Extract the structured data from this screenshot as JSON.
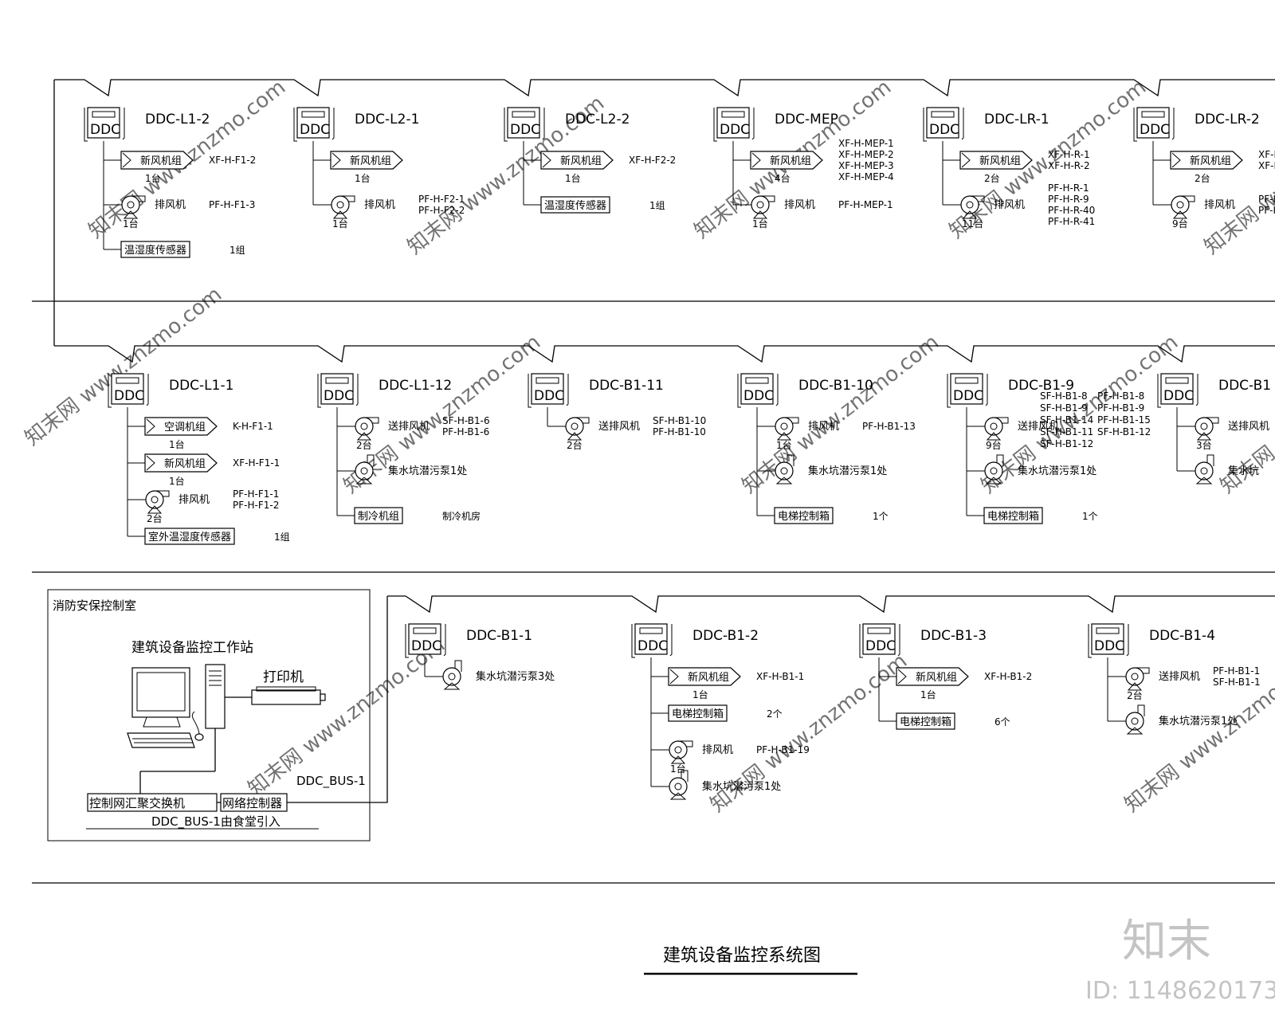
{
  "title": "建筑设备监控系统图",
  "watermark": {
    "site": "www.znzmo.com",
    "brand": "知末网",
    "logo": "知末",
    "id": "ID: 1148620173"
  },
  "control_room": {
    "name": "消防安保控制室",
    "workstation": "建筑设备监控工作站",
    "printer": "打印机",
    "switch": "控制网汇聚交换机",
    "network_controller": "网络控制器",
    "bus": "DDC_BUS-1",
    "bus_note": "DDC_BUS-1由食堂引入"
  },
  "ddc_label": "DDC",
  "row1": [
    {
      "id": "DDC-L1-2",
      "items": [
        {
          "kind": "air",
          "label": "新风机组",
          "count": "1台",
          "tags": [
            "XF-H-F1-2"
          ]
        },
        {
          "kind": "fan",
          "label": "排风机",
          "count": "1台",
          "tags": [
            "PF-H-F1-3"
          ]
        },
        {
          "kind": "box",
          "label": "温湿度传感器",
          "count": "1组",
          "tags": []
        }
      ]
    },
    {
      "id": "DDC-L2-1",
      "items": [
        {
          "kind": "air",
          "label": "新风机组",
          "count": "1台",
          "tags": []
        },
        {
          "kind": "fan",
          "label": "排风机",
          "count": "1台",
          "tags": [
            "PF-H-F2-1",
            "PF-H-F2-2"
          ]
        }
      ]
    },
    {
      "id": "DDC-L2-2",
      "items": [
        {
          "kind": "air",
          "label": "新风机组",
          "count": "1台",
          "tags": [
            "XF-H-F2-2"
          ]
        },
        {
          "kind": "box",
          "label": "温湿度传感器",
          "count": "1组",
          "tags": []
        }
      ]
    },
    {
      "id": "DDC-MEP",
      "items": [
        {
          "kind": "air",
          "label": "新风机组",
          "count": "4台",
          "tags": [
            "XF-H-MEP-1",
            "XF-H-MEP-2",
            "XF-H-MEP-3",
            "XF-H-MEP-4"
          ]
        },
        {
          "kind": "fan",
          "label": "排风机",
          "count": "1台",
          "tags": [
            "PF-H-MEP-1"
          ]
        }
      ]
    },
    {
      "id": "DDC-LR-1",
      "items": [
        {
          "kind": "air",
          "label": "新风机组",
          "count": "2台",
          "tags": [
            "XF-H-R-1",
            "XF-H-R-2"
          ]
        },
        {
          "kind": "fan",
          "label": "排风机",
          "count": "11台",
          "tags": [
            "PF-H-R-1",
            "PF-H-R-9",
            "PF-H-R-40",
            "PF-H-R-41"
          ]
        }
      ]
    },
    {
      "id": "DDC-LR-2",
      "items": [
        {
          "kind": "air",
          "label": "新风机组",
          "count": "2台",
          "tags": [
            "XF-H",
            "XF-H"
          ]
        },
        {
          "kind": "fan",
          "label": "排风机",
          "count": "9台",
          "tags": [
            "PF-H-F",
            "PF-H-F"
          ]
        }
      ]
    }
  ],
  "row2": [
    {
      "id": "DDC-L1-1",
      "items": [
        {
          "kind": "air",
          "label": "空调机组",
          "count": "1台",
          "tags": [
            "K-H-F1-1"
          ]
        },
        {
          "kind": "air",
          "label": "新风机组",
          "count": "1台",
          "tags": [
            "XF-H-F1-1"
          ]
        },
        {
          "kind": "fan",
          "label": "排风机",
          "count": "2台",
          "tags": [
            "PF-H-F1-1",
            "PF-H-F1-2"
          ]
        },
        {
          "kind": "box",
          "label": "室外温湿度传感器",
          "count": "1组",
          "tags": []
        }
      ]
    },
    {
      "id": "DDC-L1-12",
      "items": [
        {
          "kind": "fan",
          "label": "送排风机",
          "count": "2台",
          "tags": [
            "SF-H-B1-6",
            "PF-H-B1-6"
          ]
        },
        {
          "kind": "pump",
          "label": "集水坑潜污泵1处",
          "count": "",
          "tags": []
        },
        {
          "kind": "box",
          "label": "制冷机组",
          "count": "制冷机房",
          "tags": []
        }
      ]
    },
    {
      "id": "DDC-B1-11",
      "items": [
        {
          "kind": "fan",
          "label": "送排风机",
          "count": "2台",
          "tags": [
            "SF-H-B1-10",
            "PF-H-B1-10"
          ]
        }
      ]
    },
    {
      "id": "DDC-B1-10",
      "items": [
        {
          "kind": "fan",
          "label": "排风机",
          "count": "1台",
          "tags": [
            "PF-H-B1-13"
          ]
        },
        {
          "kind": "pump",
          "label": "集水坑潜污泵1处",
          "count": "",
          "tags": []
        },
        {
          "kind": "box",
          "label": "电梯控制箱",
          "count": "1个",
          "tags": []
        }
      ]
    },
    {
      "id": "DDC-B1-9",
      "items": [
        {
          "kind": "fan",
          "label": "送排风机",
          "count": "9台",
          "tags": [
            "SF-H-B1-8",
            "SF-H-B1-9",
            "SF-H-B1-14",
            "SF-H-B1-11",
            "SF-H-B1-12",
            "PF-H-B1-8",
            "PF-H-B1-9",
            "PF-H-B1-15",
            "SF-H-B1-12"
          ]
        },
        {
          "kind": "pump",
          "label": "集水坑潜污泵1处",
          "count": "",
          "tags": []
        },
        {
          "kind": "box",
          "label": "电梯控制箱",
          "count": "1个",
          "tags": []
        }
      ]
    },
    {
      "id": "DDC-B1",
      "items": [
        {
          "kind": "fan",
          "label": "送排风机",
          "count": "3台",
          "tags": []
        },
        {
          "kind": "pump",
          "label": "集水坑",
          "count": "",
          "tags": []
        }
      ]
    }
  ],
  "row3": [
    {
      "id": "DDC-B1-1",
      "items": [
        {
          "kind": "pump",
          "label": "集水坑潜污泵3处",
          "count": "",
          "tags": []
        }
      ]
    },
    {
      "id": "DDC-B1-2",
      "items": [
        {
          "kind": "air",
          "label": "新风机组",
          "count": "1台",
          "tags": [
            "XF-H-B1-1"
          ]
        },
        {
          "kind": "box",
          "label": "电梯控制箱",
          "count": "2个",
          "tags": []
        },
        {
          "kind": "fan",
          "label": "排风机",
          "count": "1台",
          "tags": [
            "PF-H-B1-19"
          ]
        },
        {
          "kind": "pump",
          "label": "集水坑潜污泵1处",
          "count": "",
          "tags": []
        }
      ]
    },
    {
      "id": "DDC-B1-3",
      "items": [
        {
          "kind": "air",
          "label": "新风机组",
          "count": "1台",
          "tags": [
            "XF-H-B1-2"
          ]
        },
        {
          "kind": "box",
          "label": "电梯控制箱",
          "count": "6个",
          "tags": []
        }
      ]
    },
    {
      "id": "DDC-B1-4",
      "items": [
        {
          "kind": "fan",
          "label": "送排风机",
          "count": "2台",
          "tags": [
            "PF-H-B1-1",
            "SF-H-B1-1"
          ]
        },
        {
          "kind": "pump",
          "label": "集水坑潜污泵1处",
          "count": "",
          "tags": []
        }
      ]
    }
  ]
}
